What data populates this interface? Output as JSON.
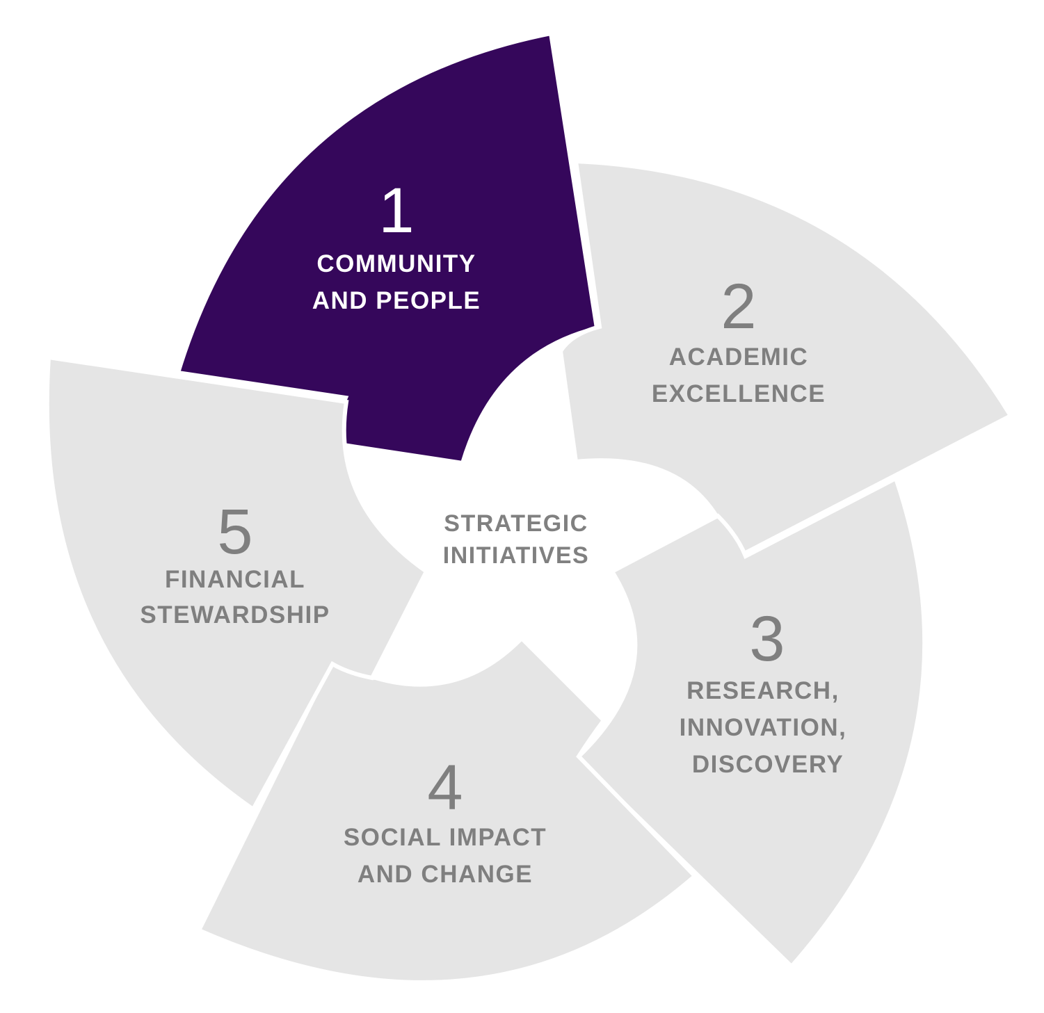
{
  "colors": {
    "active_fill": "#35075b",
    "inactive_fill": "#e5e5e5",
    "active_text": "#ffffff",
    "inactive_text": "#7f7f7f",
    "center_text": "#808080",
    "background": "#ffffff"
  },
  "center": {
    "line1": "STRATEGIC",
    "line2": "INITIATIVES"
  },
  "segments": [
    {
      "number": "1",
      "line1": "COMMUNITY",
      "line2": "AND PEOPLE",
      "line3": "",
      "active": true
    },
    {
      "number": "2",
      "line1": "ACADEMIC",
      "line2": "EXCELLENCE",
      "line3": "",
      "active": false
    },
    {
      "number": "3",
      "line1": "RESEARCH,",
      "line2": "INNOVATION,",
      "line3": "DISCOVERY",
      "active": false
    },
    {
      "number": "4",
      "line1": "SOCIAL IMPACT",
      "line2": "AND CHANGE",
      "line3": "",
      "active": false
    },
    {
      "number": "5",
      "line1": "FINANCIAL",
      "line2": "STEWARDSHIP",
      "line3": "",
      "active": false
    }
  ]
}
